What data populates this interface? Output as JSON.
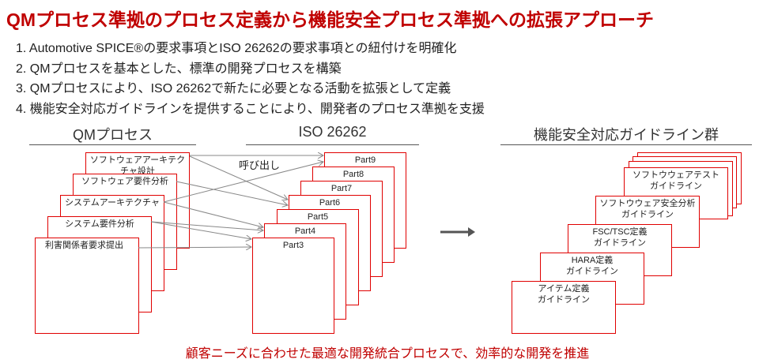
{
  "title": "QMプロセス準拠のプロセス定義から機能安全プロセス準拠への拡張アプローチ",
  "points": [
    "1. Automotive SPICE®の要求事項とISO 26262の要求事項との紐付けを明確化",
    "2. QMプロセスを基本とした、標準の開発プロセスを構築",
    "3. QMプロセスにより、ISO 26262で新たに必要となる活動を拡張として定義",
    "4. 機能安全対応ガイドラインを提供することにより、開発者のプロセス準拠を支援"
  ],
  "qm": {
    "heading": "QMプロセス",
    "items": [
      "ソフトウェアアーキテクチャ設計",
      "ソフトウェア要件分析",
      "システムアーキテクチャ",
      "システム要件分析",
      "利害関係者要求提出"
    ]
  },
  "iso": {
    "heading": "ISO 26262",
    "parts": [
      "Part9",
      "Part8",
      "Part7",
      "Part6",
      "Part5",
      "Part4",
      "Part3"
    ],
    "call_label": "呼び出し"
  },
  "guidelines": {
    "heading": "機能安全対応ガイドライン群",
    "items": [
      {
        "l1": "ソフトウウェアテスト",
        "l2": "ガイドライン"
      },
      {
        "l1": "ソフトウウェア安全分析",
        "l2": "ガイドライン"
      },
      {
        "l1": "FSC/TSC定義",
        "l2": "ガイドライン"
      },
      {
        "l1": "HARA定義",
        "l2": "ガイドライン"
      },
      {
        "l1": "アイテム定義",
        "l2": "ガイドライン"
      }
    ]
  },
  "bottom": "顧客ニーズに合わせた最適な開発統合プロセスで、効率的な開発を推進",
  "colors": {
    "accent": "#c00000",
    "box_border": "#e00000"
  }
}
